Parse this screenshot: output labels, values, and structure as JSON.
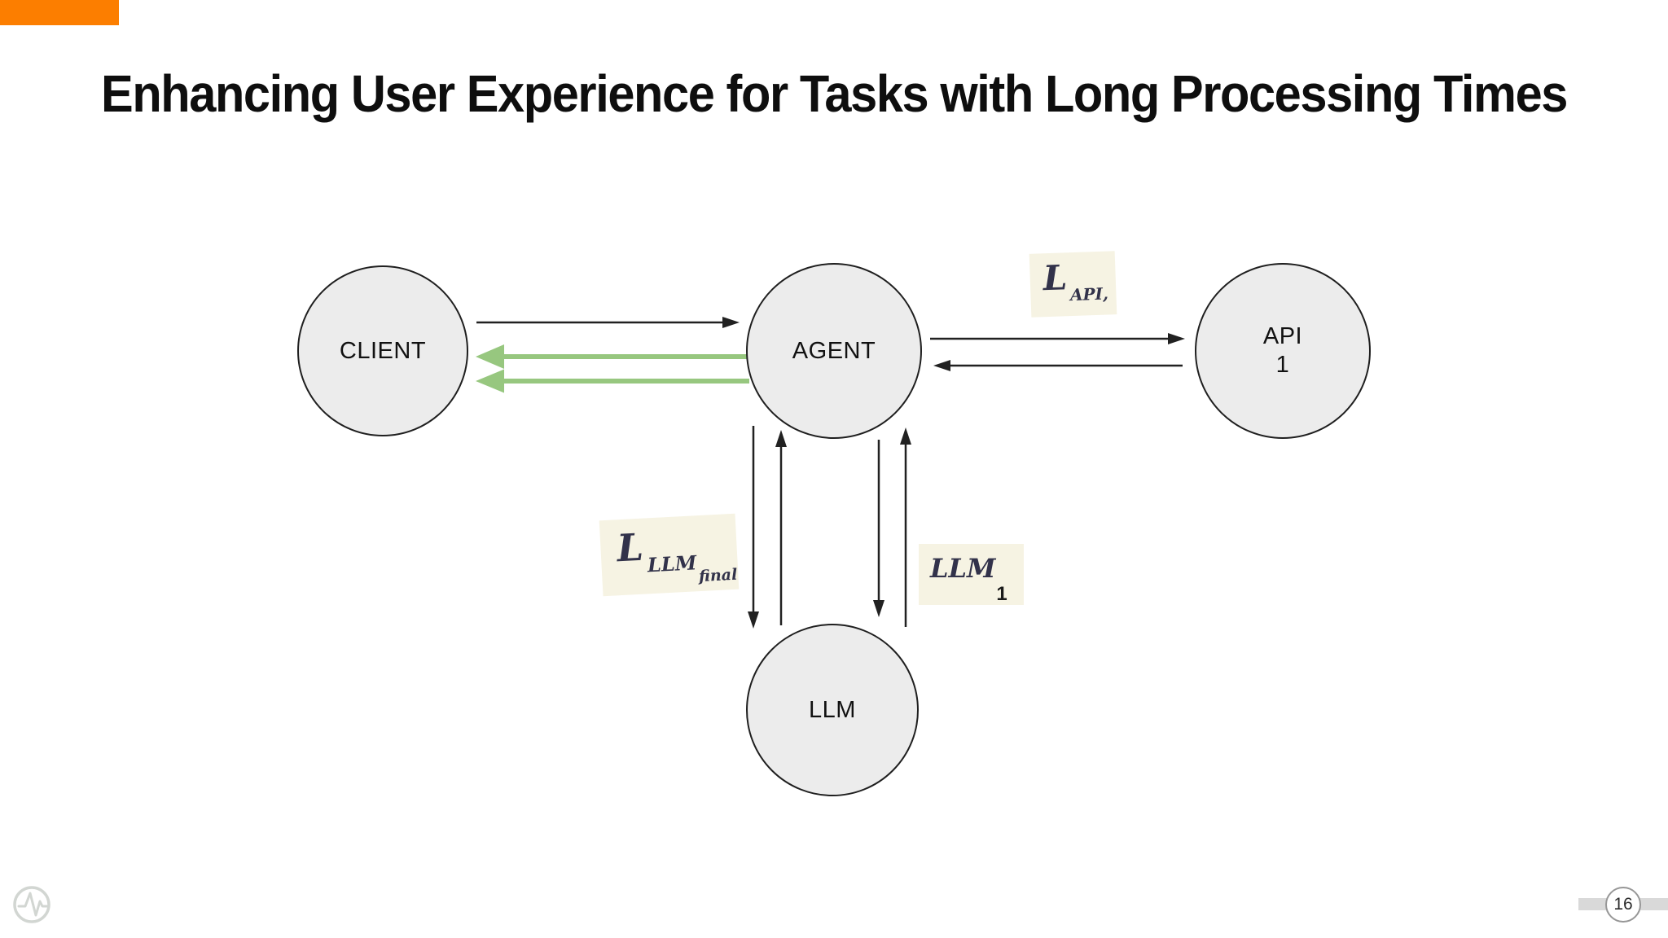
{
  "slide": {
    "title": "Enhancing User Experience for Tasks with Long Processing Times",
    "page_number": "16",
    "accent_color": "#FC7E00"
  },
  "diagram": {
    "nodes": {
      "client": {
        "label": "CLIENT"
      },
      "agent": {
        "label": "AGENT"
      },
      "api": {
        "label": "API",
        "sublabel": "1"
      },
      "llm": {
        "label": "LLM"
      }
    },
    "annotations": {
      "api_cost": {
        "main": "L",
        "sub": "API,"
      },
      "llm_final_cost": {
        "main": "L",
        "sub": "LLM",
        "subsub": "final"
      },
      "llm_first_cost": {
        "main": "LLM",
        "sub": "1"
      }
    },
    "arrows": {
      "client_to_agent": {
        "color": "#212121",
        "direction": "right"
      },
      "agent_to_client_1": {
        "color": "#97C77F",
        "direction": "left"
      },
      "agent_to_client_2": {
        "color": "#97C77F",
        "direction": "left"
      },
      "agent_to_api": {
        "color": "#212121",
        "direction": "right"
      },
      "api_to_agent": {
        "color": "#212121",
        "direction": "left"
      },
      "agent_to_llm_left": {
        "color": "#212121",
        "direction": "down"
      },
      "llm_to_agent_left": {
        "color": "#212121",
        "direction": "up"
      },
      "agent_to_llm_right": {
        "color": "#212121",
        "direction": "down"
      },
      "llm_to_agent_right": {
        "color": "#212121",
        "direction": "up"
      }
    },
    "colors": {
      "node_fill": "#ECECEC",
      "node_border": "#1F1F1F",
      "note_background": "#F6F3E3",
      "note_ink": "#32324A",
      "green_arrow": "#97C77F",
      "black_arrow": "#212121",
      "footer_gray": "#D9D9D9"
    }
  }
}
